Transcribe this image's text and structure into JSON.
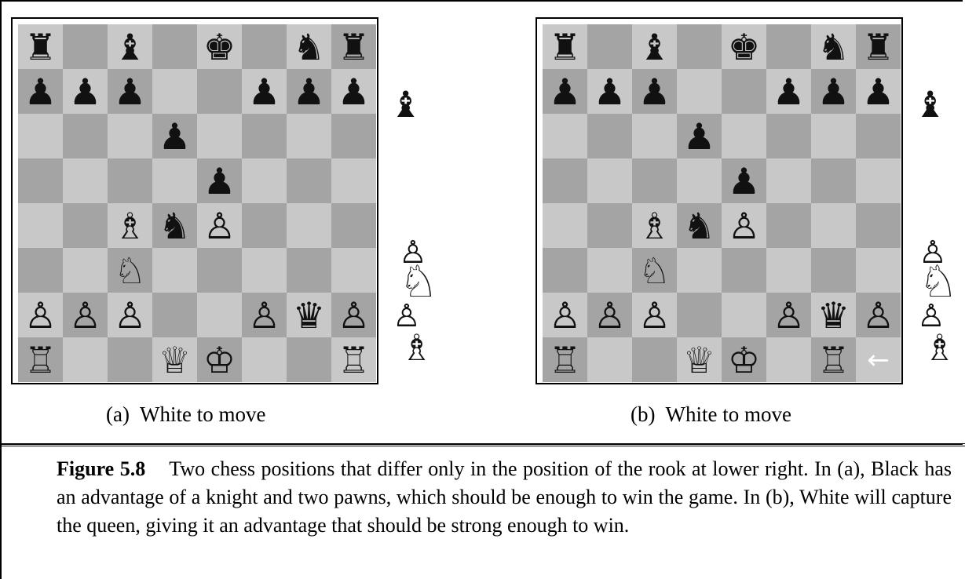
{
  "figure": {
    "number": "Figure 5.8",
    "caption": "Two chess positions that differ only in the position of the rook at lower right. In (a), Black has an advantage of a knight and two pawns, which should be enough to win the game. In (b), White will capture the queen, giving it an advantage that should be strong enough to win."
  },
  "boards": [
    {
      "label": "(a)  White to move",
      "rows": [
        [
          "br",
          "",
          "bb",
          "",
          "bk",
          "",
          "bn",
          "br"
        ],
        [
          "bp",
          "bp",
          "bp",
          "",
          "",
          "bp",
          "bp",
          "bp"
        ],
        [
          "",
          "",
          "",
          "bp",
          "",
          "",
          "",
          ""
        ],
        [
          "",
          "",
          "",
          "",
          "bp",
          "",
          "",
          ""
        ],
        [
          "",
          "",
          "wb",
          "bn",
          "wp",
          "",
          "",
          ""
        ],
        [
          "",
          "",
          "wn",
          "",
          "",
          "",
          "",
          ""
        ],
        [
          "wp",
          "wp",
          "wp",
          "",
          "",
          "wp",
          "bq",
          "wp"
        ],
        [
          "wr",
          "",
          "",
          "wq",
          "wk",
          "",
          "",
          "wr"
        ]
      ],
      "arrow": null,
      "captured": [
        "bb",
        "wp",
        "wn",
        "wp",
        "wb"
      ]
    },
    {
      "label": "(b)  White to move",
      "rows": [
        [
          "br",
          "",
          "bb",
          "",
          "bk",
          "",
          "bn",
          "br"
        ],
        [
          "bp",
          "bp",
          "bp",
          "",
          "",
          "bp",
          "bp",
          "bp"
        ],
        [
          "",
          "",
          "",
          "bp",
          "",
          "",
          "",
          ""
        ],
        [
          "",
          "",
          "",
          "",
          "bp",
          "",
          "",
          ""
        ],
        [
          "",
          "",
          "wb",
          "bn",
          "wp",
          "",
          "",
          ""
        ],
        [
          "",
          "",
          "wn",
          "",
          "",
          "",
          "",
          ""
        ],
        [
          "wp",
          "wp",
          "wp",
          "",
          "",
          "wp",
          "bq",
          "wp"
        ],
        [
          "wr",
          "",
          "",
          "wq",
          "wk",
          "",
          "wr",
          ""
        ]
      ],
      "arrow": {
        "row": 7,
        "col": 7,
        "glyph": "←"
      },
      "captured": [
        "bb",
        "wp",
        "wn",
        "wp",
        "wb"
      ]
    }
  ],
  "glyphs": {
    "bk": "♚",
    "bq": "♛",
    "br": "♜",
    "bb": "♝",
    "bn": "♞",
    "bp": "♟",
    "wk": "♔",
    "wq": "♕",
    "wr": "♖",
    "wb": "♗",
    "wn": "♘",
    "wp": "♙"
  },
  "piece_names": {
    "bk": "black-king-icon",
    "bq": "black-queen-icon",
    "br": "black-rook-icon",
    "bb": "black-bishop-icon",
    "bn": "black-knight-icon",
    "bp": "black-pawn-icon",
    "wk": "white-king-icon",
    "wq": "white-queen-icon",
    "wr": "white-rook-icon",
    "wb": "white-bishop-icon",
    "wn": "white-knight-icon",
    "wp": "white-pawn-icon"
  }
}
